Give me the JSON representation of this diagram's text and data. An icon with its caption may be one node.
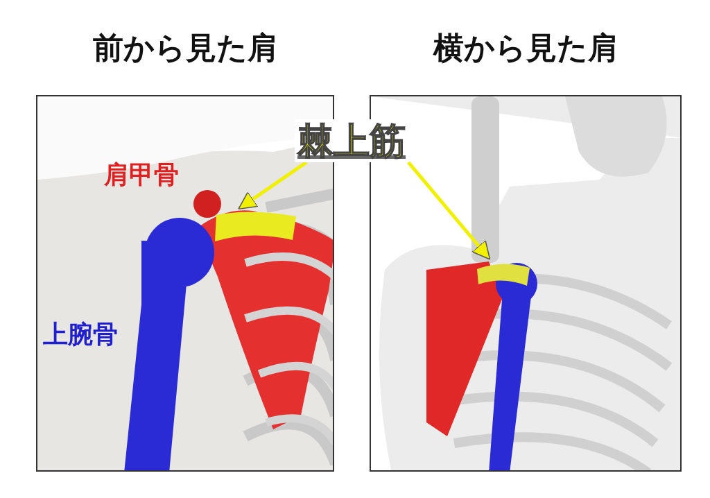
{
  "diagram": {
    "nodes": [
      {
        "text": [
          "前から見た肩"
        ]
      },
      {
        "text": [
          "横から見た肩"
        ]
      },
      {
        "text": [
          "棘上筋"
        ]
      },
      {
        "text": [],
        "shape": "bar",
        "in": 0
      },
      {
        "text": [],
        "shape": "bar",
        "in": 1
      }
    ],
    "edges": [
      {
        "from": 2,
        "to": 3,
        "arrow": "to"
      },
      {
        "from": 2,
        "to": 4,
        "arrow": "to"
      }
    ],
    "labels": [
      "肩甲骨",
      "上腕骨"
    ]
  }
}
